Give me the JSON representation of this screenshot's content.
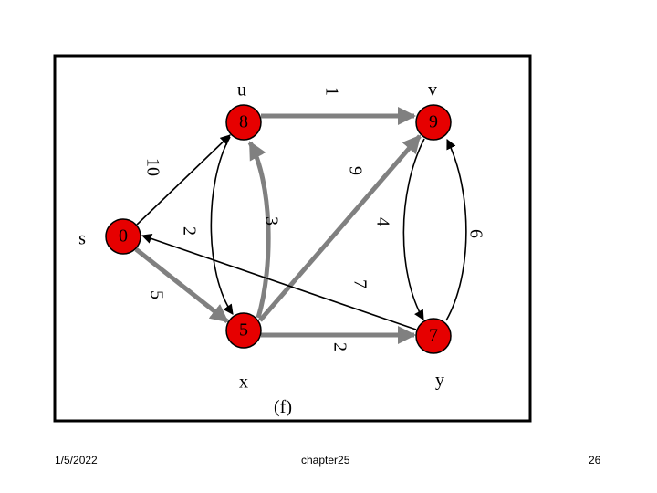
{
  "figure_label": "(f)",
  "vertices": [
    {
      "id": "s",
      "name": "s",
      "distance": "0"
    },
    {
      "id": "u",
      "name": "u",
      "distance": "8"
    },
    {
      "id": "v",
      "name": "v",
      "distance": "9"
    },
    {
      "id": "x",
      "name": "x",
      "distance": "5"
    },
    {
      "id": "y",
      "name": "y",
      "distance": "7"
    }
  ],
  "edges": [
    {
      "from": "s",
      "to": "u",
      "weight": "10",
      "in_tree": false
    },
    {
      "from": "s",
      "to": "x",
      "weight": "5",
      "in_tree": true
    },
    {
      "from": "u",
      "to": "v",
      "weight": "1",
      "in_tree": true
    },
    {
      "from": "u",
      "to": "x",
      "weight": "2",
      "in_tree": false
    },
    {
      "from": "x",
      "to": "u",
      "weight": "3",
      "in_tree": true
    },
    {
      "from": "x",
      "to": "v",
      "weight": "9",
      "in_tree": true
    },
    {
      "from": "x",
      "to": "y",
      "weight": "2",
      "in_tree": true
    },
    {
      "from": "v",
      "to": "y",
      "weight": "4",
      "in_tree": false
    },
    {
      "from": "y",
      "to": "v",
      "weight": "6",
      "in_tree": false
    },
    {
      "from": "y",
      "to": "s",
      "weight": "7",
      "in_tree": false
    }
  ],
  "colors": {
    "node_fill": "#e60000",
    "tree_edge": "#808080",
    "plain_edge": "#000000",
    "frame": "#000000"
  },
  "footer": {
    "date": "1/5/2022",
    "title": "chapter25",
    "page": "26"
  }
}
